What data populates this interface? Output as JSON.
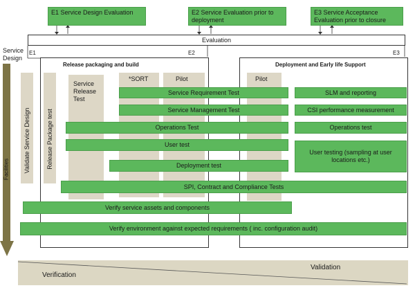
{
  "evaluations": {
    "e1": "E1 Service Design Evaluation",
    "e2": "E2 Service Evaluation prior to deployment",
    "e3": "E3 Service Acceptance Evaluation prior to closure"
  },
  "evaluation_bar": "Evaluation",
  "service_design": "Service Design",
  "markers": {
    "e1": "E1",
    "e2": "E2",
    "e3": "E3"
  },
  "sections": {
    "release": "Release packaging and build",
    "deployment": "Deployment and Early life Support"
  },
  "columns": {
    "service_release_test": "Service Release Test",
    "sort": "*SORT",
    "pilot_left": "Pilot",
    "pilot_right": "Pilot"
  },
  "verticals": {
    "validate": "Validate Service Design",
    "release_package": "Release Package  test",
    "facilities": "Facilities"
  },
  "tests": {
    "service_requirement": "Service Requirement Test",
    "service_management": "Service Management Test",
    "operations_left": "Operations Test",
    "user_test": "User test",
    "deployment": "Deployment test",
    "slm": "SLM and reporting",
    "csi": "CSI performance measurement",
    "operations_right": "Operations test",
    "user_testing": "User testing (sampling at user locations etc.)",
    "spi": "SPI, Contract and Compliance Tests",
    "verify_assets": "Verify service assets and components",
    "verify_env": "Verify environment against expected requirements ( inc. configuration audit)"
  },
  "bottom": {
    "validation": "Validation",
    "verification": "Verification"
  },
  "colors": {
    "green": "#5cb85c",
    "beige": "#ddd7c6",
    "arrow": "#7d7446",
    "bottom_band": "#dcd7c3"
  }
}
